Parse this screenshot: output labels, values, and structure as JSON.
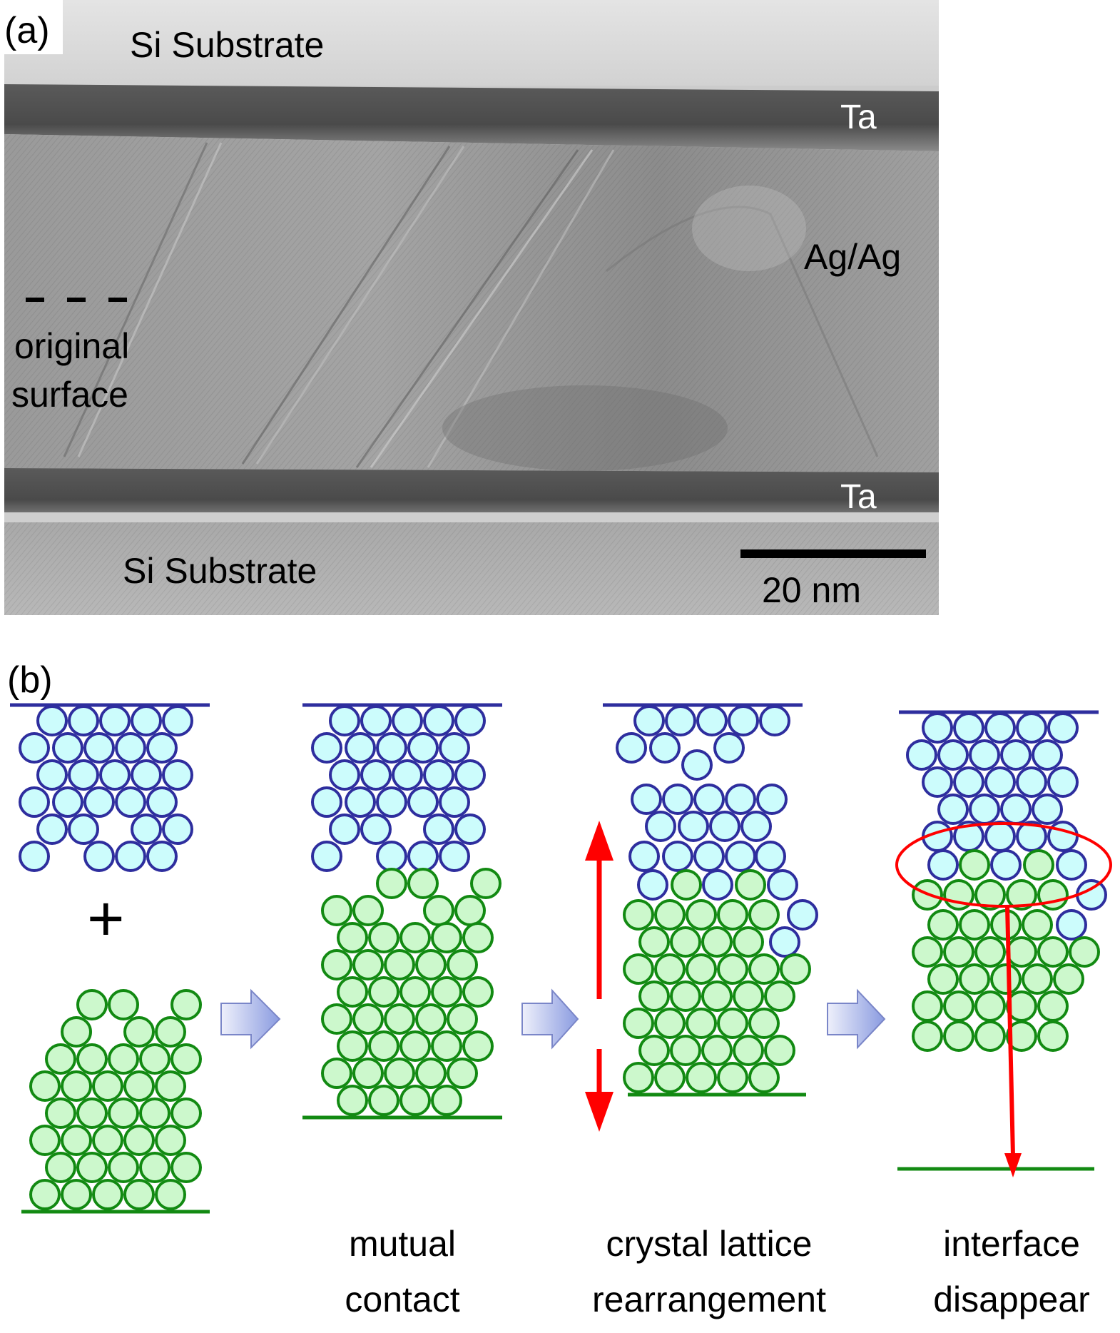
{
  "panel_a": {
    "label": "(a)",
    "top_layer": "Si Substrate",
    "ta_top": "Ta",
    "middle_layer": "Ag/Ag",
    "ta_bottom": "Ta",
    "bottom_layer": "Si Substrate",
    "annotation_line1": "original",
    "annotation_line2": "surface",
    "scale_bar": "20 nm"
  },
  "panel_b": {
    "label": "(b)",
    "plus": "+",
    "steps": [
      {
        "line1": "mutual",
        "line2": "contact"
      },
      {
        "line1": "crystal lattice",
        "line2": "rearrangement"
      },
      {
        "line1": "interface",
        "line2": "disappear"
      }
    ],
    "colors": {
      "blue_fill": "#ccfcfc",
      "blue_stroke": "#2e2e9e",
      "green_fill": "#ccf8cc",
      "green_stroke": "#128a12",
      "arrow_red": "#f00000"
    }
  }
}
